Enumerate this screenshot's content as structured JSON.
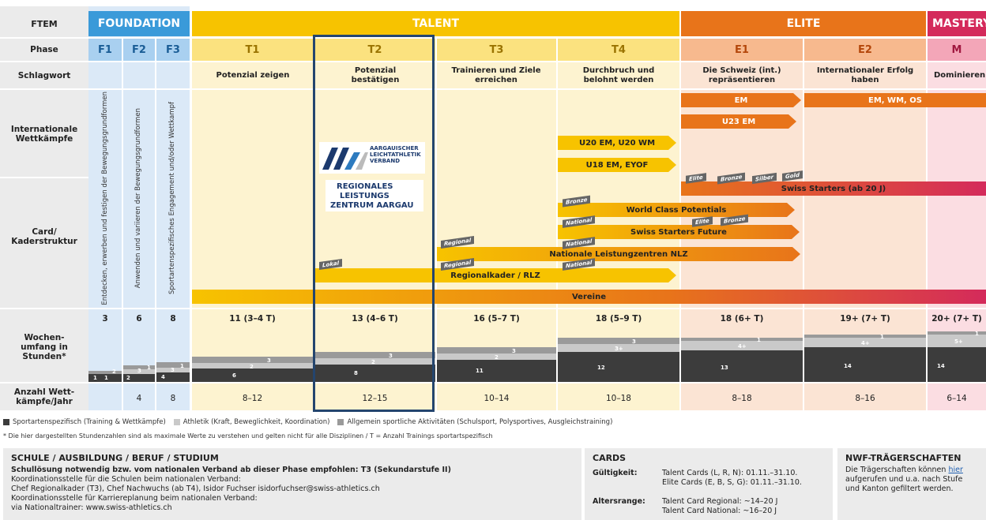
{
  "header": {
    "stem_label": "FTEM",
    "foundation": "FOUNDATION",
    "talent": "TALENT",
    "elite": "ELITE",
    "mastery": "MASTERY"
  },
  "row_labels": {
    "phase": "Phase",
    "schlagwort": "Schlagwort",
    "wettkaempfe": "Internationale Wettkämpfe",
    "card": "Card/ Kaderstruktur",
    "wochen": "Wochen- umfang in Stunden*",
    "anzahl": "Anzahl Wett- kämpfe/Jahr"
  },
  "phases": [
    "F1",
    "F2",
    "F3",
    "T1",
    "T2",
    "T3",
    "T4",
    "E1",
    "E2",
    "M"
  ],
  "schlagworte": [
    "Potenzial zeigen",
    "Potenzial bestätigen",
    "Trainieren und Ziele erreichen",
    "Durchbruch und belohnt werden",
    "Die Schweiz (int.) repräsentieren",
    "Internationaler Erfolg haben",
    "Dominieren der Sportart"
  ],
  "foundation_text": [
    "Entdecken, erwerben und festigen der Bewegungsgrundformen",
    "Anwenden und variieren der Bewegungsgrundformen",
    "Sportartenspezifisches Engagement und/oder Wettkampf"
  ],
  "logo": {
    "name1": "AARGAUISCHER",
    "name2": "LEICHTATHLETIK",
    "name3": "VERBAND",
    "rlz1": "REGIONALES",
    "rlz2": "LEISTUNGS",
    "rlz3": "ZENTRUM AARGAU"
  },
  "wettkaempfe": {
    "em": "EM",
    "em_wm_os": "EM, WM, OS",
    "u23": "U23 EM",
    "u20": "U20 EM, U20 WM",
    "u18": "U18 EM, EYOF"
  },
  "cards": {
    "swiss_starters": "Swiss Starters (ab 20 J)",
    "wcp": "World Class Potentials",
    "ssf": "Swiss Starters Future",
    "nlz": "Nationale Leistungzentren NLZ",
    "rlz": "Regionalkader / RLZ",
    "vereine": "Vereine"
  },
  "tags": {
    "elite": "Elite",
    "bronze": "Bronze",
    "silber": "Silber",
    "gold": "Gold",
    "national": "National",
    "regional": "Regional",
    "lokal": "Lokal"
  },
  "wochen": [
    "3",
    "6",
    "8",
    "11 (3–4 T)",
    "13 (4–6 T)",
    "16 (5–7 T)",
    "18 (5–9 T)",
    "18 (6+ T)",
    "19+ (7+ T)",
    "20+ (7+ T)"
  ],
  "bar_numbers": {
    "f1": [
      "1",
      "1",
      "2"
    ],
    "f2": [
      "2",
      "3",
      "1"
    ],
    "f3": [
      "4",
      "3",
      "1"
    ],
    "t1": [
      "6",
      "2",
      "3"
    ],
    "t2": [
      "8",
      "2",
      "3"
    ],
    "t3": [
      "11",
      "2",
      "3"
    ],
    "t4": [
      "12",
      "3+",
      "3"
    ],
    "e1": [
      "13",
      "4+",
      "1"
    ],
    "e2": [
      "14",
      "4+",
      "1"
    ],
    "m": [
      "14",
      "5+",
      "1"
    ]
  },
  "anzahl": [
    "",
    "4",
    "8",
    "8–12",
    "12–15",
    "10–14",
    "10–18",
    "8–18",
    "8–16",
    "6–14"
  ],
  "legend": {
    "l1": "Sportartenspezifisch (Training & Wettkämpfe)",
    "l2": "Athletik (Kraft, Beweglichkeit, Koordination)",
    "l3": "Allgemein sportliche Aktivitäten (Schulsport, Polysportives, Ausgleichstraining)",
    "note": "* Die hier dargestellten Stundenzahlen sind als maximale Werte zu verstehen und gelten nicht für alle Disziplinen / T = Anzahl Trainings sportartspezifisch"
  },
  "schule": {
    "title": "SCHULE / AUSBILDUNG / BERUF / STUDIUM",
    "l1": "Schullösung notwendig bzw. vom nationalen Verband ab dieser Phase empfohlen: T3 (Sekundarstufe II)",
    "l2": "Koordinationsstelle für die Schulen beim nationalen Verband:",
    "l3": "Chef Regionalkader (T3), Chef Nachwuchs (ab T4), Isidor Fuchser isidorfuchser@swiss-athletics.ch",
    "l4": "Koordinationsstelle für Karriereplanung beim nationalen Verband:",
    "l5": "via Nationaltrainer: www.swiss-athletics.ch"
  },
  "cards_box": {
    "title": "CARDS",
    "g": "Gültigkeit:",
    "g1": "Talent Cards (L, R, N): 01.11.–31.10.",
    "g2": "Elite Cards (E, B, S, G): 01.11.–31.10.",
    "a": "Altersrange:",
    "a1": "Talent Card Regional: ~14–20 J",
    "a2": "Talent Card National: ~16–20 J"
  },
  "nwf": {
    "title": "NWF-TRÄGERSCHAFTEN",
    "l1": "Die Trägerschaften können ",
    "link": "hier",
    "l1b": "",
    "l2": "aufgerufen und u.a. nach Stufe",
    "l3": "und Kanton gefiltert werden."
  },
  "colors": {
    "foundation": "#3a9ad9",
    "talent": "#f7c300",
    "elite": "#e8741a",
    "mastery": "#d42a5b",
    "highlight": "#24456e"
  }
}
